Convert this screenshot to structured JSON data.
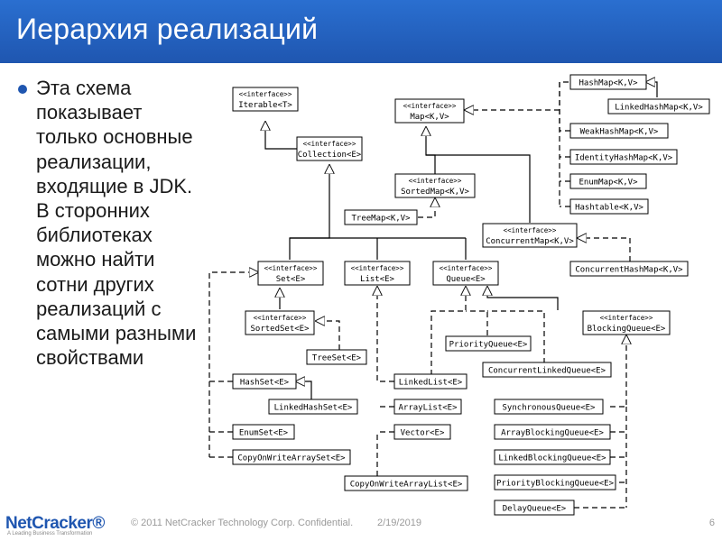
{
  "slide": {
    "title": "Иерархия реализаций",
    "bullet": "Эта схема показывает только основные реализации, входящие в JDK. В сторонних библиотеках можно найти сотни других реализаций с самыми разными свойствами"
  },
  "footer": {
    "logo": "NetCracker®",
    "logo_tagline": "A Leading Business Transformation",
    "copyright": "© 2011 NetCracker Technology Corp. Confidential.",
    "date": "2/19/2019",
    "page": "6"
  },
  "diagram": {
    "interface_tag": "<<interface>>",
    "nodes": {
      "iterable": "Iterable<T>",
      "collection": "Collection<E>",
      "map": "Map<K,V>",
      "sortedmap": "SortedMap<K,V>",
      "treemap": "TreeMap<K,V>",
      "hashmap": "HashMap<K,V>",
      "linkedhashmap": "LinkedHashMap<K,V>",
      "weakhashmap": "WeakHashMap<K,V>",
      "identityhashmap": "IdentityHashMap<K,V>",
      "enummap": "EnumMap<K,V>",
      "hashtable": "Hashtable<K,V>",
      "concurrentmap": "ConcurrentMap<K,V>",
      "concurrenthashmap": "ConcurrentHashMap<K,V>",
      "set": "Set<E>",
      "list": "List<E>",
      "queue": "Queue<E>",
      "sortedset": "SortedSet<E>",
      "treeset": "TreeSet<E>",
      "hashset": "HashSet<E>",
      "linkedhashset": "LinkedHashSet<E>",
      "enumset": "EnumSet<E>",
      "copyonwritearrayset": "CopyOnWriteArraySet<E>",
      "priorityqueue": "PriorityQueue<E>",
      "concurrentlinkedqueue": "ConcurrentLinkedQueue<E>",
      "blockingqueue": "BlockingQueue<E>",
      "linkedlist": "LinkedList<E>",
      "arraylist": "ArrayList<E>",
      "vector": "Vector<E>",
      "copyonwritearraylist": "CopyOnWriteArrayList<E>",
      "synchronousqueue": "SynchronousQueue<E>",
      "arrayblockingqueue": "ArrayBlockingQueue<E>",
      "linkedblockingqueue": "LinkedBlockingQueue<E>",
      "priorityblockingqueue": "PriorityBlockingQueue<E>",
      "delayqueue": "DelayQueue<E>"
    }
  }
}
